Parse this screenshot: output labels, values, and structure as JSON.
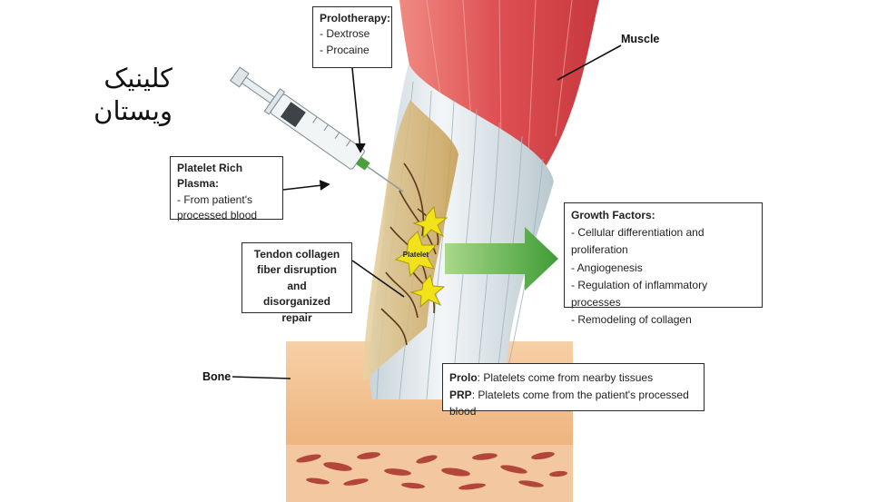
{
  "clinic_name": [
    "کلینیک",
    "ویستان"
  ],
  "labels": {
    "muscle": "Muscle",
    "bone": "Bone",
    "platelet": "Platelet"
  },
  "prolotherapy": {
    "title": "Prolotherapy:",
    "items": [
      "- Dextrose",
      "- Procaine"
    ]
  },
  "prp": {
    "title": "Platelet Rich Plasma:",
    "items": [
      "- From patient's",
      "processed blood"
    ]
  },
  "tendon": {
    "lines": [
      "Tendon collagen",
      "fiber disruption and",
      "disorganized repair"
    ]
  },
  "growth_factors": {
    "title": "Growth Factors:",
    "items": [
      "- Cellular differentiation and proliferation",
      "- Angiogenesis",
      "- Regulation of inflammatory processes",
      "- Remodeling of collagen"
    ]
  },
  "source_note": {
    "prolo_key": "Prolo",
    "prolo_text": ": Platelets come from nearby tissues",
    "prp_key": "PRP",
    "prp_text": ": Platelets come from the patient's processed blood"
  },
  "colors": {
    "muscle": "#e0585a",
    "tendon": "#dfe6ea",
    "injury": "#c9a257",
    "bone": "#f0c08e",
    "marrow": "#b2463b",
    "platelet": "#f2e21a",
    "arrow": "#45a83a"
  }
}
